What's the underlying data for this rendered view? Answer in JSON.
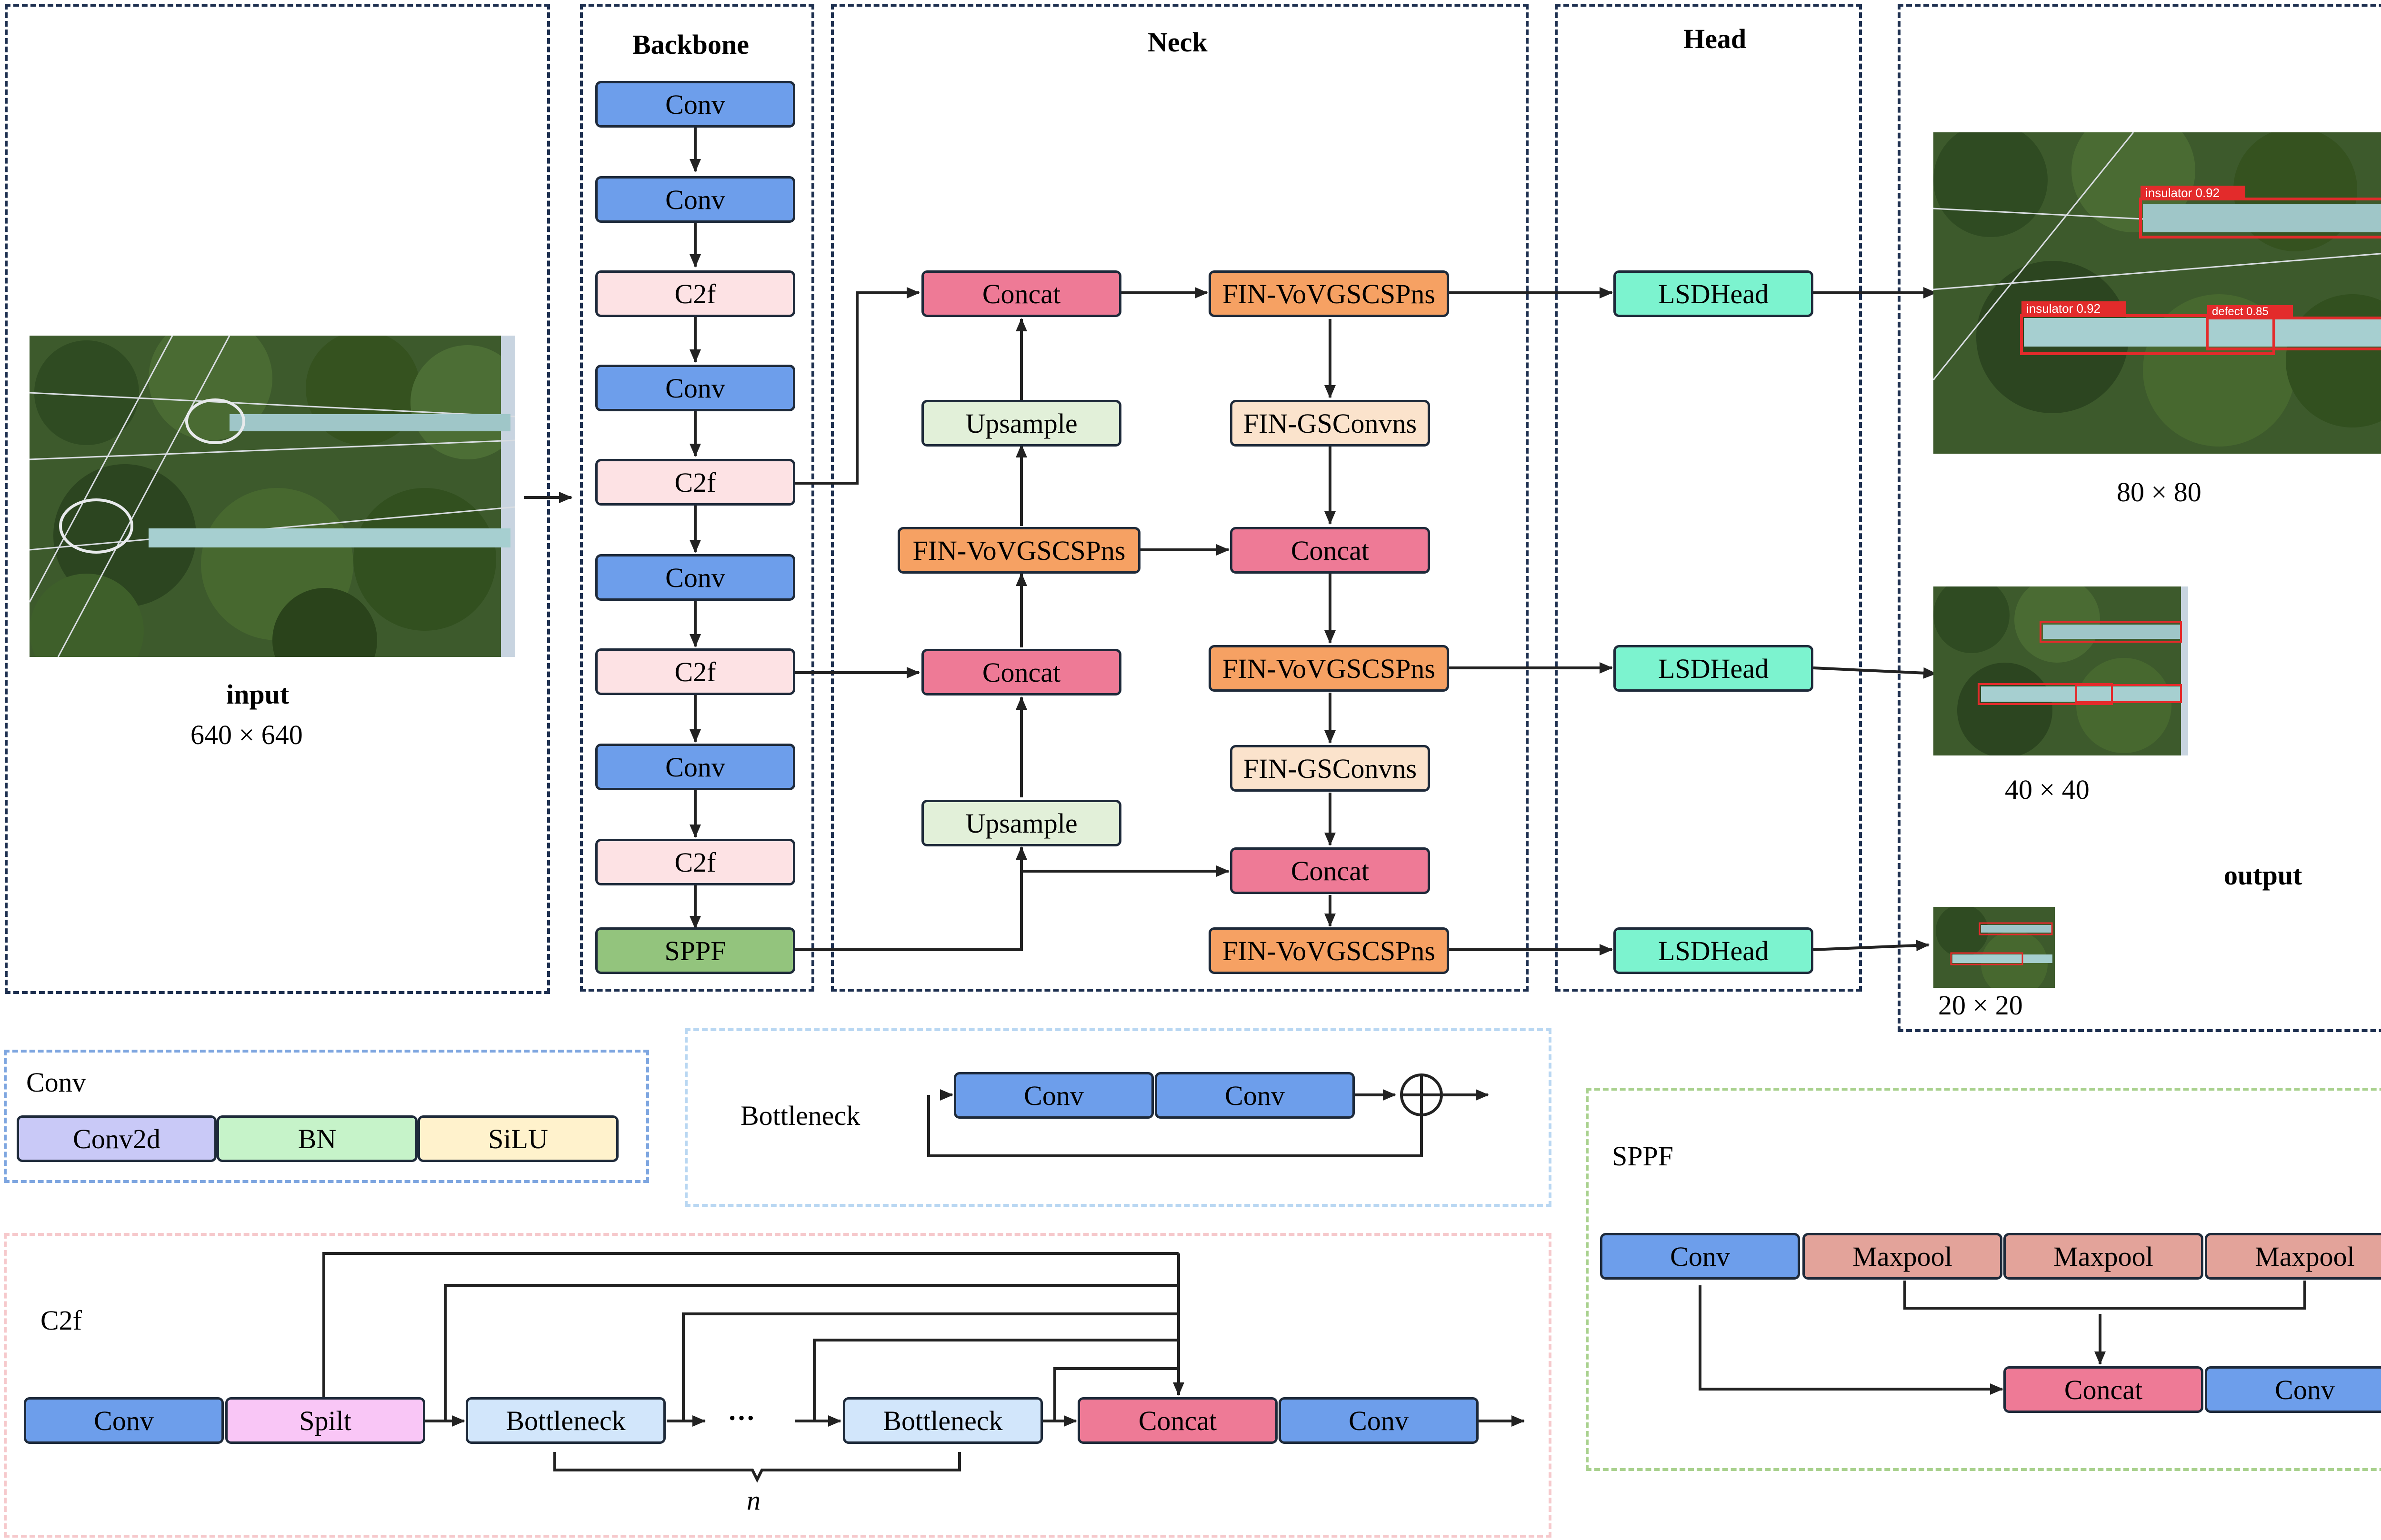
{
  "panels": {
    "input": {
      "label": "input",
      "size": "640 × 640"
    },
    "backbone": {
      "title": "Backbone",
      "blocks": [
        "Conv",
        "Conv",
        "C2f",
        "Conv",
        "C2f",
        "Conv",
        "C2f",
        "Conv",
        "C2f",
        "SPPF"
      ]
    },
    "neck": {
      "title": "Neck",
      "left": {
        "concat_top": "Concat",
        "upsample_top": "Upsample",
        "fin_mid": "FIN-VoVGSCSPns",
        "concat_mid": "Concat",
        "upsample_bottom": "Upsample"
      },
      "right": {
        "fin_1": "FIN-VoVGSCSPns",
        "gsconv_1": "FIN-GSConvns",
        "concat_1": "Concat",
        "fin_2": "FIN-VoVGSCSPns",
        "gsconv_2": "FIN-GSConvns",
        "concat_2": "Concat",
        "fin_3": "FIN-VoVGSCSPns"
      }
    },
    "head": {
      "title": "Head",
      "blocks": [
        "LSDHead",
        "LSDHead",
        "LSDHead"
      ]
    },
    "output": {
      "title": "output",
      "sizes": [
        "80 × 80",
        "40 × 40",
        "20 × 20"
      ],
      "detections": {
        "insulator_1": "insulator 0.92",
        "insulator_2": "insulator 0.92",
        "defect": "defect 0.85"
      }
    }
  },
  "legend": {
    "conv": {
      "title": "Conv",
      "parts": [
        "Conv2d",
        "BN",
        "SiLU"
      ]
    },
    "bottleneck": {
      "title": "Bottleneck",
      "parts": [
        "Conv",
        "Conv"
      ]
    },
    "sppf": {
      "title": "SPPF",
      "conv": "Conv",
      "maxpools": [
        "Maxpool",
        "Maxpool",
        "Maxpool"
      ],
      "concat": "Concat",
      "conv_out": "Conv"
    },
    "c2f": {
      "title": "C2f",
      "conv_in": "Conv",
      "spilt": "Spilt",
      "bottleneck_1": "Bottleneck",
      "ellipsis": "···",
      "bottleneck_n": "Bottleneck",
      "concat": "Concat",
      "conv_out": "Conv",
      "n_label": "n"
    }
  },
  "colors": {
    "conv": "#6d9eeb",
    "c2f": "#fde2e4",
    "sppf": "#93c47d",
    "concat": "#ee7a96",
    "upsample": "#e2f0d9",
    "fin_vovgscsp": "#f6a163",
    "fin_gsconv": "#fbe3cc",
    "lsdhead": "#7cf3cf",
    "conv2d": "#c9c9f7",
    "bn": "#c6f3c9",
    "silu": "#fff2cc",
    "bottleneck": "#d2e6fb",
    "spilt": "#f9c6f6",
    "maxpool": "#e3a39a",
    "panel_border": "#1e3050"
  }
}
